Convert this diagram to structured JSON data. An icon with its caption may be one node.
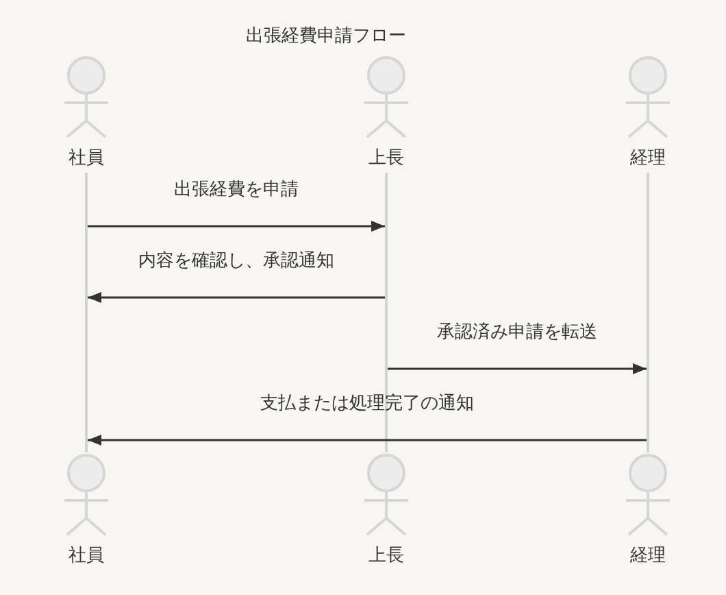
{
  "diagram": {
    "title": "出張経費申請フロー",
    "nodes": [
      {
        "text": [
          "社員"
        ]
      },
      {
        "text": [
          "上長"
        ]
      },
      {
        "text": [
          "経理"
        ]
      },
      {
        "text": [],
        "shape": "bar"
      },
      {
        "text": [],
        "shape": "bar"
      },
      {
        "text": [],
        "shape": "bar"
      },
      {
        "text": [
          "社員"
        ]
      },
      {
        "text": [
          "上長"
        ]
      },
      {
        "text": [
          "経理"
        ]
      }
    ],
    "edges": [
      {
        "from": 3,
        "to": 4,
        "arrow": "to",
        "label": "出張経費を申請"
      },
      {
        "from": 4,
        "to": 3,
        "arrow": "to",
        "label": "内容を確認し、承認通知"
      },
      {
        "from": 4,
        "to": 5,
        "arrow": "to",
        "label": "承認済み申請を転送"
      },
      {
        "from": 5,
        "to": 3,
        "arrow": "to",
        "label": "支払または処理完了の通知"
      }
    ]
  }
}
